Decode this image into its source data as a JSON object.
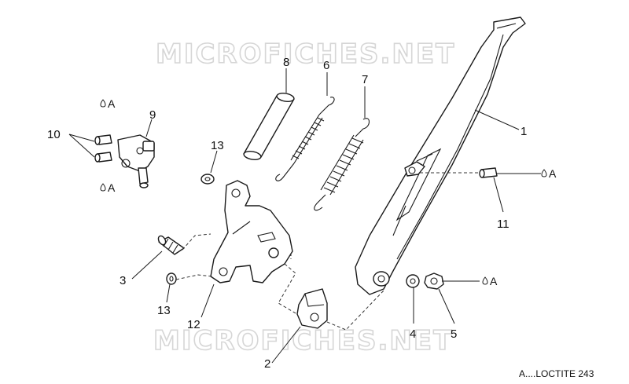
{
  "watermark": {
    "top": "MICROFICHES.NET",
    "bottom": "MICROFICHES.NET"
  },
  "callouts": {
    "c1": "1",
    "c2": "2",
    "c3": "3",
    "c4": "4",
    "c5": "5",
    "c6": "6",
    "c7": "7",
    "c8": "8",
    "c9": "9",
    "c10": "10",
    "c11": "11",
    "c12": "12",
    "c13a": "13",
    "c13b": "13"
  },
  "loctite_marks": {
    "m1": "A",
    "m2": "A",
    "m3": "A",
    "m4": "A"
  },
  "legend": "A....LOCTITE 243",
  "icons": [
    "loctite-drop-icon"
  ]
}
